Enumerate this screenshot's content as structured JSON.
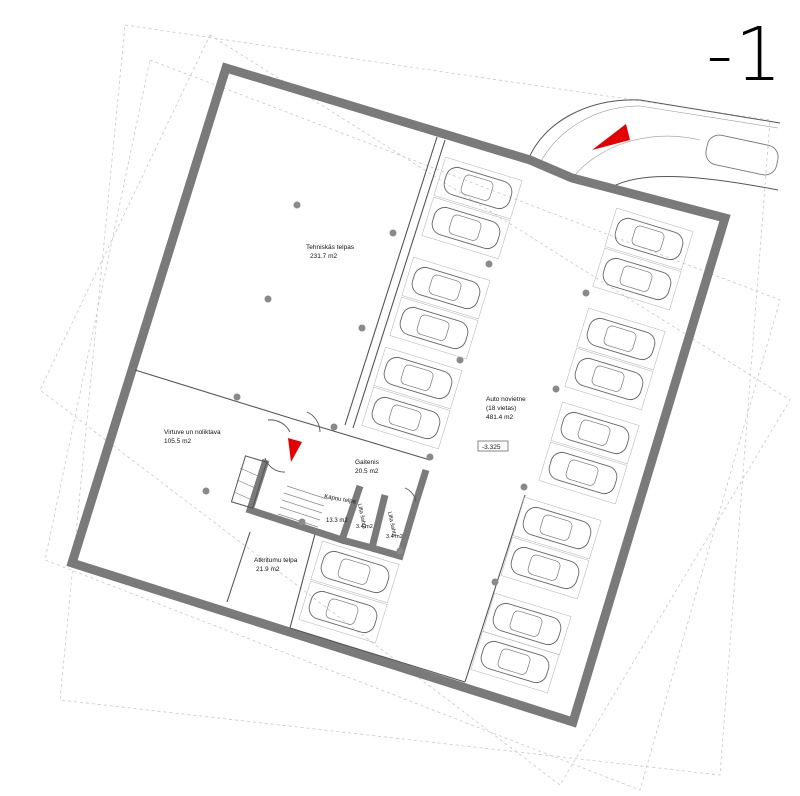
{
  "floor": {
    "label": "-1"
  },
  "rooms": {
    "technical": {
      "name": "Tehniskās telpas",
      "area": "231.7 m2"
    },
    "cloakroom": {
      "name": "Virtuve un noliktava",
      "area": "105.5 m2"
    },
    "corridor": {
      "name": "Gaitenis",
      "area": "20.5 m2"
    },
    "stair": {
      "name": "Kāpņu telpa",
      "area": "13.3 m2"
    },
    "lift1": {
      "name": "Lifta šahta",
      "area": "3.4 m2"
    },
    "lift2": {
      "name": "Lifta šahta",
      "area": "3.4 m2"
    },
    "waste": {
      "name": "Atkritumu telpa",
      "area": "21.9 m2"
    },
    "parking": {
      "name": "Auto novietne",
      "capacity": "(18 vietas)",
      "area": "481.4 m2"
    }
  },
  "level_mark": "-3.325",
  "colors": {
    "wall": "#7a7a7a",
    "arrow": "#e30000",
    "line": "#555555",
    "column": "#8a8a8a"
  }
}
